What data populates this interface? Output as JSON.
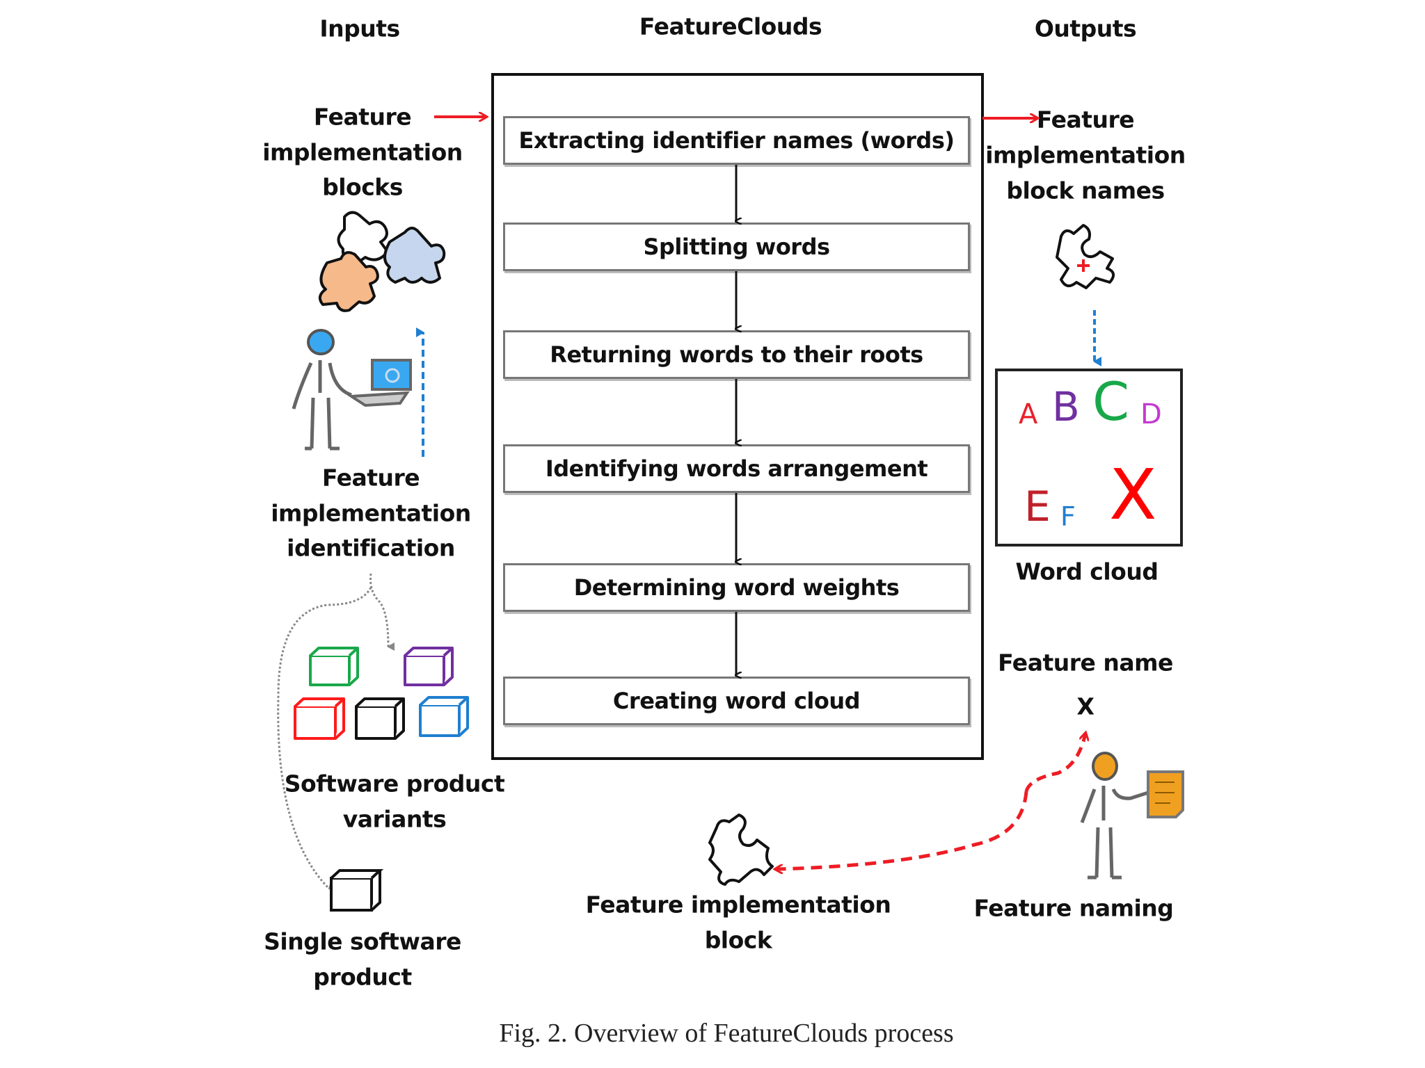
{
  "headers": {
    "inputs": "Inputs",
    "featureclouds": "FeatureClouds",
    "outputs": "Outputs"
  },
  "steps": [
    "Extracting  identifier names (words)",
    "Splitting words",
    "Returning words to their roots",
    "Identifying words arrangement",
    "Determining word weights",
    "Creating word cloud"
  ],
  "inputs": {
    "blocks_label": [
      "Feature",
      "implementation",
      "blocks"
    ],
    "identification_label": [
      "Feature",
      "implementation",
      "identification"
    ],
    "variants_label": [
      "Software product",
      "variants"
    ],
    "single_label": [
      "Single software",
      "product"
    ]
  },
  "outputs": {
    "block_names_label": [
      "Feature",
      "implementation",
      "block names"
    ],
    "word_cloud_label": "Word cloud",
    "word_cloud_letters": [
      {
        "text": "A",
        "color": "#e8202a"
      },
      {
        "text": "B",
        "color": "#7030a0"
      },
      {
        "text": "C",
        "color": "#18a84a"
      },
      {
        "text": "D",
        "color": "#c43bd0"
      },
      {
        "text": "E",
        "color": "#c0202a"
      },
      {
        "text": "F",
        "color": "#1f7fd0"
      },
      {
        "text": "X",
        "color": "#ff0000"
      }
    ],
    "feature_name_label": "Feature name",
    "feature_name_value": "X",
    "feature_naming_label": "Feature naming",
    "impl_block_label": [
      "Feature implementation",
      "block"
    ]
  },
  "colors": {
    "red_arrow": "#ee1c24",
    "blue_arrow": "#1f7fd0",
    "cube_green": "#18a84a",
    "cube_purple": "#7030a0",
    "cube_red": "#ff1a1a",
    "cube_black": "#111111",
    "cube_blue": "#1f7fd0",
    "puzzle_orange": "#f6b98a",
    "puzzle_blue": "#c5d6ee",
    "person_head_blue": "#3aa8f0",
    "person_head_orange": "#f0a020"
  },
  "caption": "Fig. 2. Overview of FeatureClouds process"
}
